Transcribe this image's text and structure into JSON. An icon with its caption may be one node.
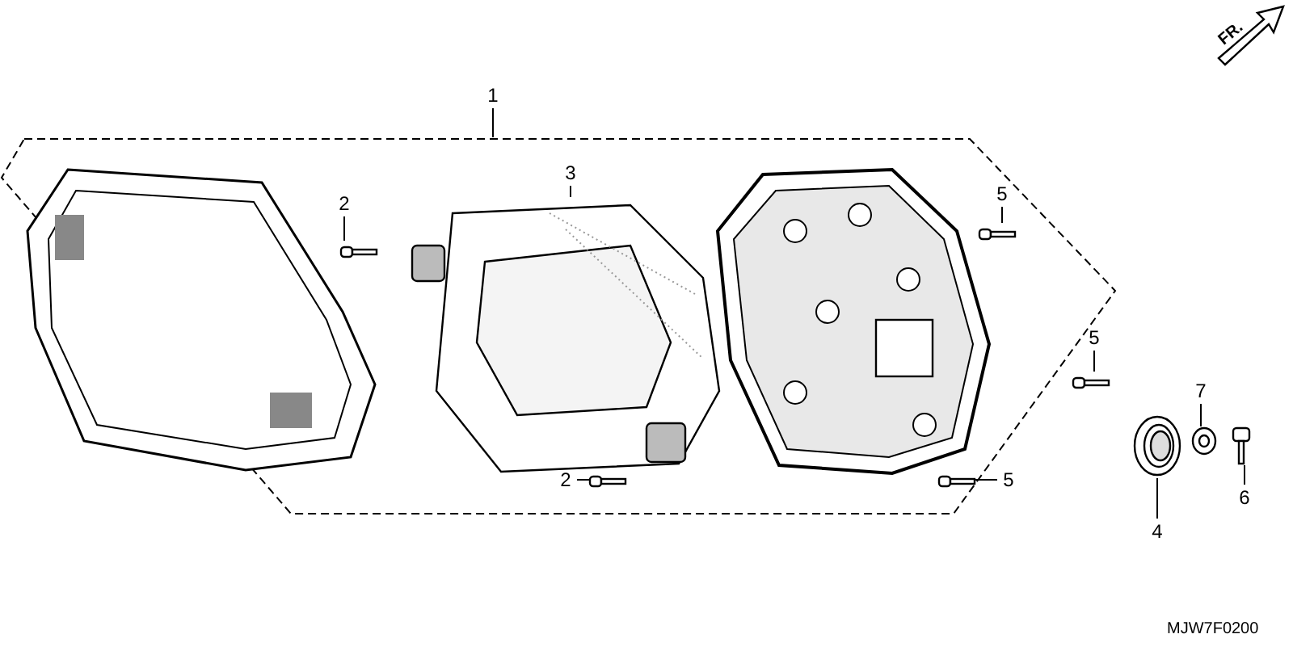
{
  "diagram": {
    "nodes": [
      {
        "text": [
          "1"
        ]
      },
      {
        "text": [],
        "shape": "box"
      },
      {
        "text": [
          "2"
        ],
        "in": 1
      },
      {
        "text": [],
        "shape": "picture",
        "in": 1
      },
      {
        "text": [
          "3"
        ],
        "in": 1
      },
      {
        "text": [],
        "shape": "picture",
        "in": 1
      },
      {
        "text": [
          "5"
        ],
        "in": 1
      },
      {
        "text": [],
        "shape": "picture",
        "in": 1
      },
      {
        "text": [
          "5"
        ],
        "in": 1
      },
      {
        "text": [],
        "shape": "picture",
        "in": 1
      },
      {
        "text": [
          "2"
        ],
        "in": 1
      },
      {
        "text": [],
        "shape": "picture",
        "in": 1
      },
      {
        "text": [
          "5"
        ],
        "in": 1
      },
      {
        "text": [],
        "shape": "picture",
        "in": 1
      },
      {
        "text": [
          "4"
        ]
      },
      {
        "text": [],
        "shape": "picture"
      },
      {
        "text": [
          "7"
        ]
      },
      {
        "text": [],
        "shape": "picture"
      },
      {
        "text": [
          "6"
        ]
      },
      {
        "text": [],
        "shape": "picture"
      }
    ],
    "edges": [
      {
        "from": 0,
        "to": 1,
        "arrow": "none"
      },
      {
        "from": 2,
        "to": 3,
        "arrow": "none"
      },
      {
        "from": 4,
        "to": 5,
        "arrow": "none"
      },
      {
        "from": 6,
        "to": 7,
        "arrow": "none"
      },
      {
        "from": 8,
        "to": 9,
        "arrow": "none"
      },
      {
        "from": 10,
        "to": 11,
        "arrow": "none"
      },
      {
        "from": 12,
        "to": 13,
        "arrow": "none"
      },
      {
        "from": 14,
        "to": 15,
        "arrow": "none"
      },
      {
        "from": 16,
        "to": 17,
        "arrow": "none"
      },
      {
        "from": 18,
        "to": 19,
        "arrow": "none"
      }
    ],
    "labels": [
      "FR.",
      "MJW7F0200"
    ]
  }
}
